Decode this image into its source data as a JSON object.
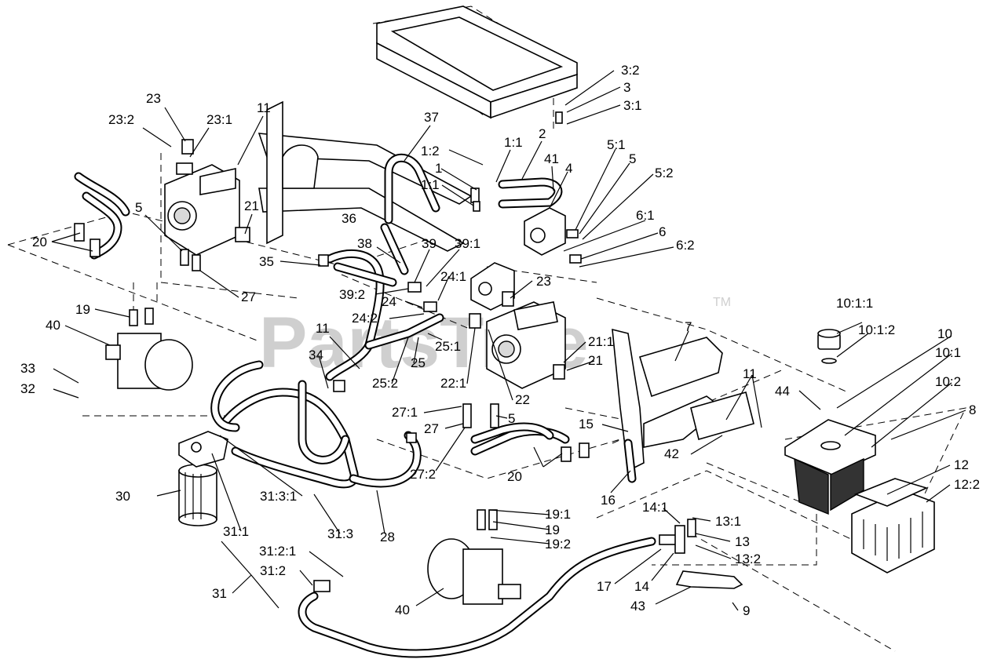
{
  "watermark": {
    "text": "PartsTree",
    "mark": "TM"
  },
  "callouts": [
    {
      "id": "23-top",
      "text": "23"
    },
    {
      "id": "23-2",
      "text": "23:2"
    },
    {
      "id": "23-1",
      "text": "23:1"
    },
    {
      "id": "11-a",
      "text": "11"
    },
    {
      "id": "37",
      "text": "37"
    },
    {
      "id": "3-2",
      "text": "3:2"
    },
    {
      "id": "3",
      "text": "3"
    },
    {
      "id": "3-1",
      "text": "3:1"
    },
    {
      "id": "1-2",
      "text": "1:2"
    },
    {
      "id": "1-1-a",
      "text": "1:1"
    },
    {
      "id": "2",
      "text": "2"
    },
    {
      "id": "1",
      "text": "1"
    },
    {
      "id": "1-1-b",
      "text": "1:1"
    },
    {
      "id": "41",
      "text": "41"
    },
    {
      "id": "4",
      "text": "4"
    },
    {
      "id": "5-1-top",
      "text": "5:1"
    },
    {
      "id": "5-top",
      "text": "5"
    },
    {
      "id": "5-2",
      "text": "5:2"
    },
    {
      "id": "6-1",
      "text": "6:1"
    },
    {
      "id": "6",
      "text": "6"
    },
    {
      "id": "6-2",
      "text": "6:2"
    },
    {
      "id": "5-left",
      "text": "5"
    },
    {
      "id": "21-a",
      "text": "21"
    },
    {
      "id": "36",
      "text": "36"
    },
    {
      "id": "20-left",
      "text": "20"
    },
    {
      "id": "38",
      "text": "38"
    },
    {
      "id": "39",
      "text": "39"
    },
    {
      "id": "39-1",
      "text": "39:1"
    },
    {
      "id": "35",
      "text": "35"
    },
    {
      "id": "24-1",
      "text": "24:1"
    },
    {
      "id": "23-mid",
      "text": "23"
    },
    {
      "id": "27-a",
      "text": "27"
    },
    {
      "id": "39-2",
      "text": "39:2"
    },
    {
      "id": "24",
      "text": "24"
    },
    {
      "id": "19-left",
      "text": "19"
    },
    {
      "id": "24-2",
      "text": "24:2"
    },
    {
      "id": "40-left",
      "text": "40"
    },
    {
      "id": "11-b",
      "text": "11"
    },
    {
      "id": "7",
      "text": "7"
    },
    {
      "id": "21-1",
      "text": "21:1"
    },
    {
      "id": "25-1",
      "text": "25:1"
    },
    {
      "id": "10-1-1",
      "text": "10:1:1"
    },
    {
      "id": "10-1-2",
      "text": "10:1:2"
    },
    {
      "id": "10",
      "text": "10"
    },
    {
      "id": "10-1",
      "text": "10:1"
    },
    {
      "id": "34",
      "text": "34"
    },
    {
      "id": "25",
      "text": "25"
    },
    {
      "id": "21-b",
      "text": "21"
    },
    {
      "id": "33",
      "text": "33"
    },
    {
      "id": "25-2",
      "text": "25:2"
    },
    {
      "id": "22-1",
      "text": "22:1"
    },
    {
      "id": "11-c",
      "text": "11"
    },
    {
      "id": "10-2",
      "text": "10:2"
    },
    {
      "id": "32",
      "text": "32"
    },
    {
      "id": "44",
      "text": "44"
    },
    {
      "id": "22",
      "text": "22"
    },
    {
      "id": "27-1",
      "text": "27:1"
    },
    {
      "id": "8",
      "text": "8"
    },
    {
      "id": "27-b",
      "text": "27"
    },
    {
      "id": "5-mid",
      "text": "5"
    },
    {
      "id": "15",
      "text": "15"
    },
    {
      "id": "20-mid",
      "text": "20"
    },
    {
      "id": "42",
      "text": "42"
    },
    {
      "id": "27-2",
      "text": "27:2"
    },
    {
      "id": "12",
      "text": "12"
    },
    {
      "id": "31-3-1",
      "text": "31:3:1"
    },
    {
      "id": "30",
      "text": "30"
    },
    {
      "id": "12-2",
      "text": "12:2"
    },
    {
      "id": "16",
      "text": "16"
    },
    {
      "id": "14-1",
      "text": "14:1"
    },
    {
      "id": "19-1",
      "text": "19:1"
    },
    {
      "id": "13-1",
      "text": "13:1"
    },
    {
      "id": "19-mid",
      "text": "19"
    },
    {
      "id": "31-1",
      "text": "31:1"
    },
    {
      "id": "31-3",
      "text": "31:3"
    },
    {
      "id": "28",
      "text": "28"
    },
    {
      "id": "13",
      "text": "13"
    },
    {
      "id": "19-2",
      "text": "19:2"
    },
    {
      "id": "31-2-1",
      "text": "31:2:1"
    },
    {
      "id": "13-2",
      "text": "13:2"
    },
    {
      "id": "31-2",
      "text": "31:2"
    },
    {
      "id": "17",
      "text": "17"
    },
    {
      "id": "14",
      "text": "14"
    },
    {
      "id": "31",
      "text": "31"
    },
    {
      "id": "40-bottom",
      "text": "40"
    },
    {
      "id": "43",
      "text": "43"
    },
    {
      "id": "9",
      "text": "9"
    }
  ]
}
